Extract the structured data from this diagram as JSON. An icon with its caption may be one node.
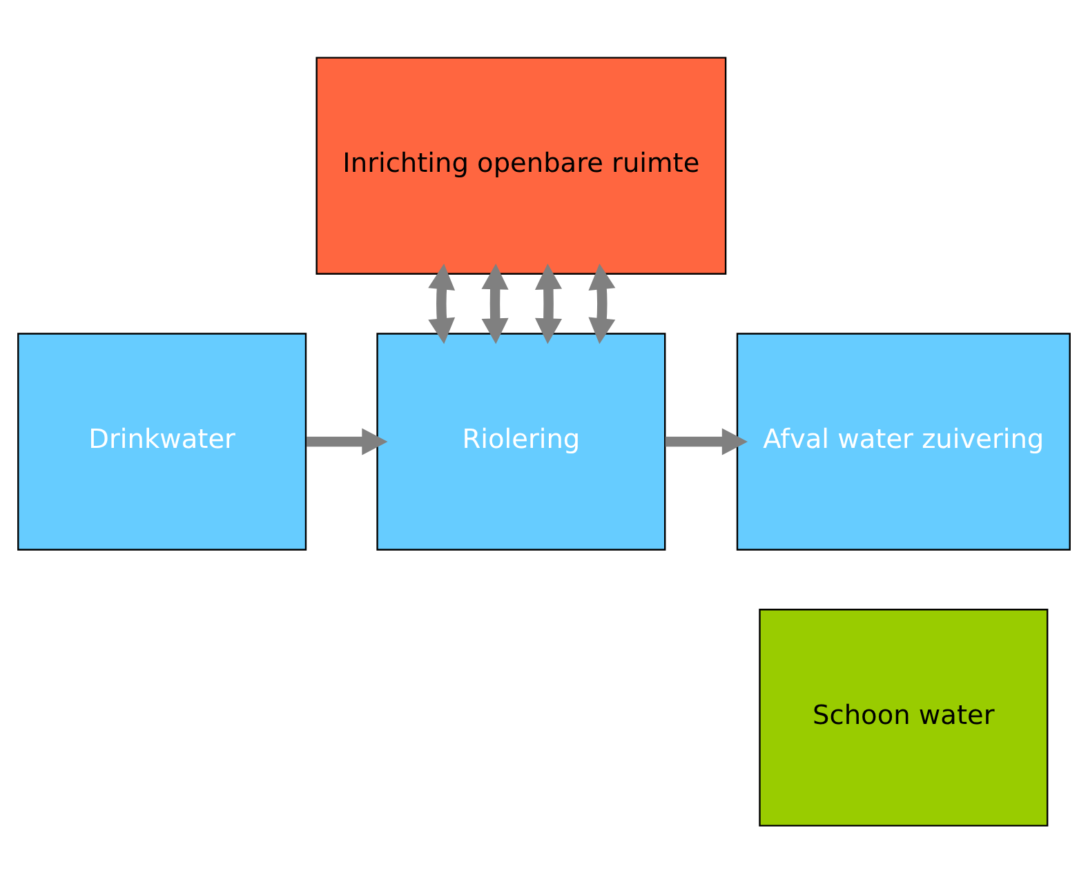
{
  "diagram": {
    "nodes": [
      {
        "text": [
          "Inrichting openbare ruimte"
        ]
      },
      {
        "text": [
          "Drinkwater"
        ]
      },
      {
        "text": [
          "Riolering"
        ]
      },
      {
        "text": [
          "Afval water zuivering"
        ]
      },
      {
        "text": [
          "Schoon water"
        ]
      }
    ],
    "edges": [
      {
        "from": 0,
        "to": 2,
        "arrow": "both"
      },
      {
        "from": 0,
        "to": 2,
        "arrow": "both"
      },
      {
        "from": 0,
        "to": 2,
        "arrow": "both"
      },
      {
        "from": 0,
        "to": 2,
        "arrow": "both"
      },
      {
        "from": 1,
        "to": 2,
        "arrow": "to"
      },
      {
        "from": 2,
        "to": 3,
        "arrow": "to"
      }
    ]
  }
}
